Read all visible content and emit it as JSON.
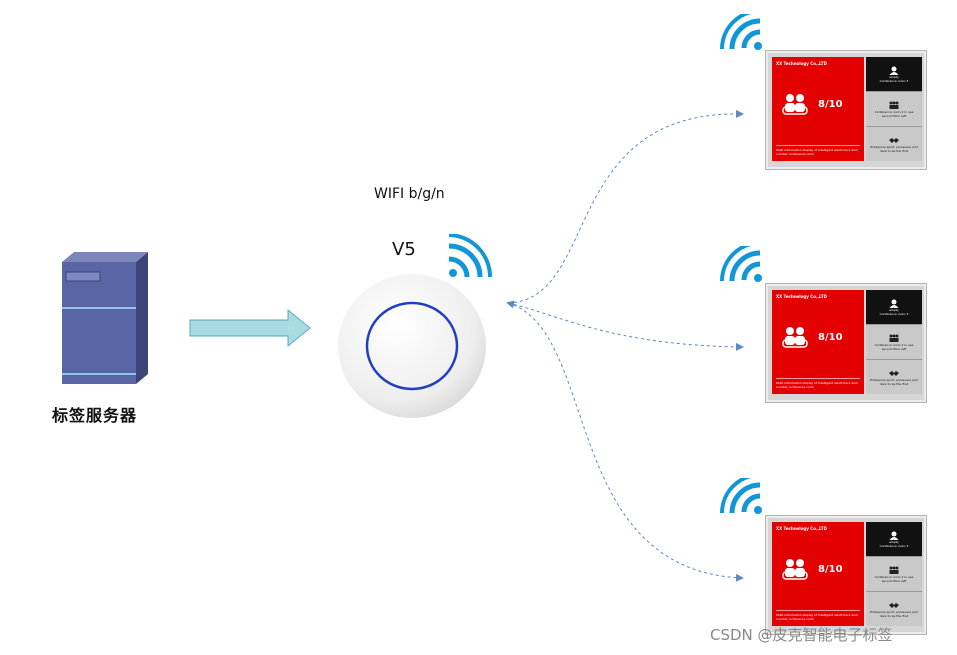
{
  "server": {
    "label": "标签服务器",
    "icon": "server-icon"
  },
  "access_point": {
    "protocol_label": "WIFI b/g/n",
    "model": "V5",
    "icon": "wireless-access-point-icon"
  },
  "colors": {
    "wifi_blue": "#1196d8",
    "arrow_fill": "#a8dbe3",
    "arrow_stroke": "#5aaab8",
    "link_line": "#5b8ac4",
    "tag_red": "#e30000"
  },
  "tags": [
    {
      "company": "XX Technology Co.,LTD",
      "count": "8/10",
      "description": "Multi information display of Intelligent electronics door number conference room",
      "rooms": [
        {
          "text": "empty",
          "sub": "Conference room 3",
          "icon": "person-icon"
        },
        {
          "text": "Conference room 2 in use",
          "sub": "second floor left",
          "icon": "meeting-icon"
        },
        {
          "text": "Enterprise spirit: persevere and",
          "sub": "dare to be the first",
          "icon": "handshake-icon"
        }
      ]
    },
    {
      "company": "XX Technology Co.,LTD",
      "count": "8/10",
      "description": "Multi information display of Intelligent electronics door number conference room",
      "rooms": [
        {
          "text": "empty",
          "sub": "Conference room 3",
          "icon": "person-icon"
        },
        {
          "text": "Conference room 2 in use",
          "sub": "second floor left",
          "icon": "meeting-icon"
        },
        {
          "text": "Enterprise spirit: persevere and",
          "sub": "dare to be the first",
          "icon": "handshake-icon"
        }
      ]
    },
    {
      "company": "XX Technology Co.,LTD",
      "count": "8/10",
      "description": "Multi information display of Intelligent electronics door number conference room",
      "rooms": [
        {
          "text": "empty",
          "sub": "Conference room 3",
          "icon": "person-icon"
        },
        {
          "text": "Conference room 2 in use",
          "sub": "second floor left",
          "icon": "meeting-icon"
        },
        {
          "text": "Enterprise spirit: persevere and",
          "sub": "dare to be the first",
          "icon": "handshake-icon"
        }
      ]
    }
  ],
  "watermark": "CSDN @皮克智能电子标签"
}
